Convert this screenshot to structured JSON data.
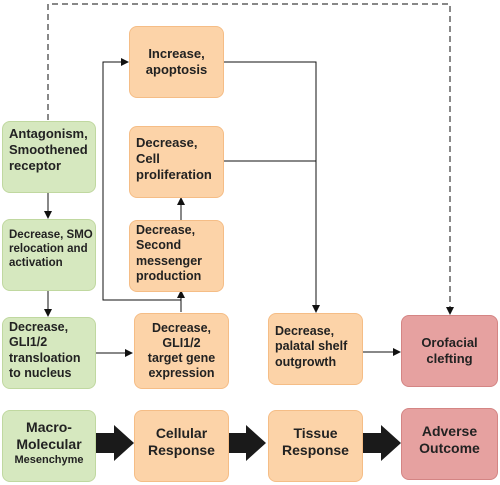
{
  "colors": {
    "green": "#d6e8bf",
    "orange": "#fcd3a8",
    "red": "#e6a1a0",
    "arrow": "#111111"
  },
  "boxes": {
    "antagonism": "Antagonism,\nSmoothened\nreceptor",
    "smo_relocation": "Decrease, SMO\nrelocation and\nactivation",
    "gli_translocation": "Decrease,\nGLI1/2\ntransloation\nto nucleus",
    "apoptosis": "Increase,\napoptosis",
    "cell_proliferation": "Decrease,\nCell\nproliferation",
    "second_messenger": "Decrease,\nSecond\nmessenger\nproduction",
    "target_gene": "Decrease,\nGLI1/2\ntarget gene\nexpression",
    "palatal_shelf": "Decrease,\npalatal shelf\noutgrowth",
    "orofacial_clefting": "Orofacial\nclefting"
  },
  "legend": {
    "macro_title": "Macro-\nMolecular",
    "macro_subtitle": "Mesenchyme",
    "cellular": "Cellular\nResponse",
    "tissue": "Tissue\nResponse",
    "adverse": "Adverse\nOutcome"
  }
}
